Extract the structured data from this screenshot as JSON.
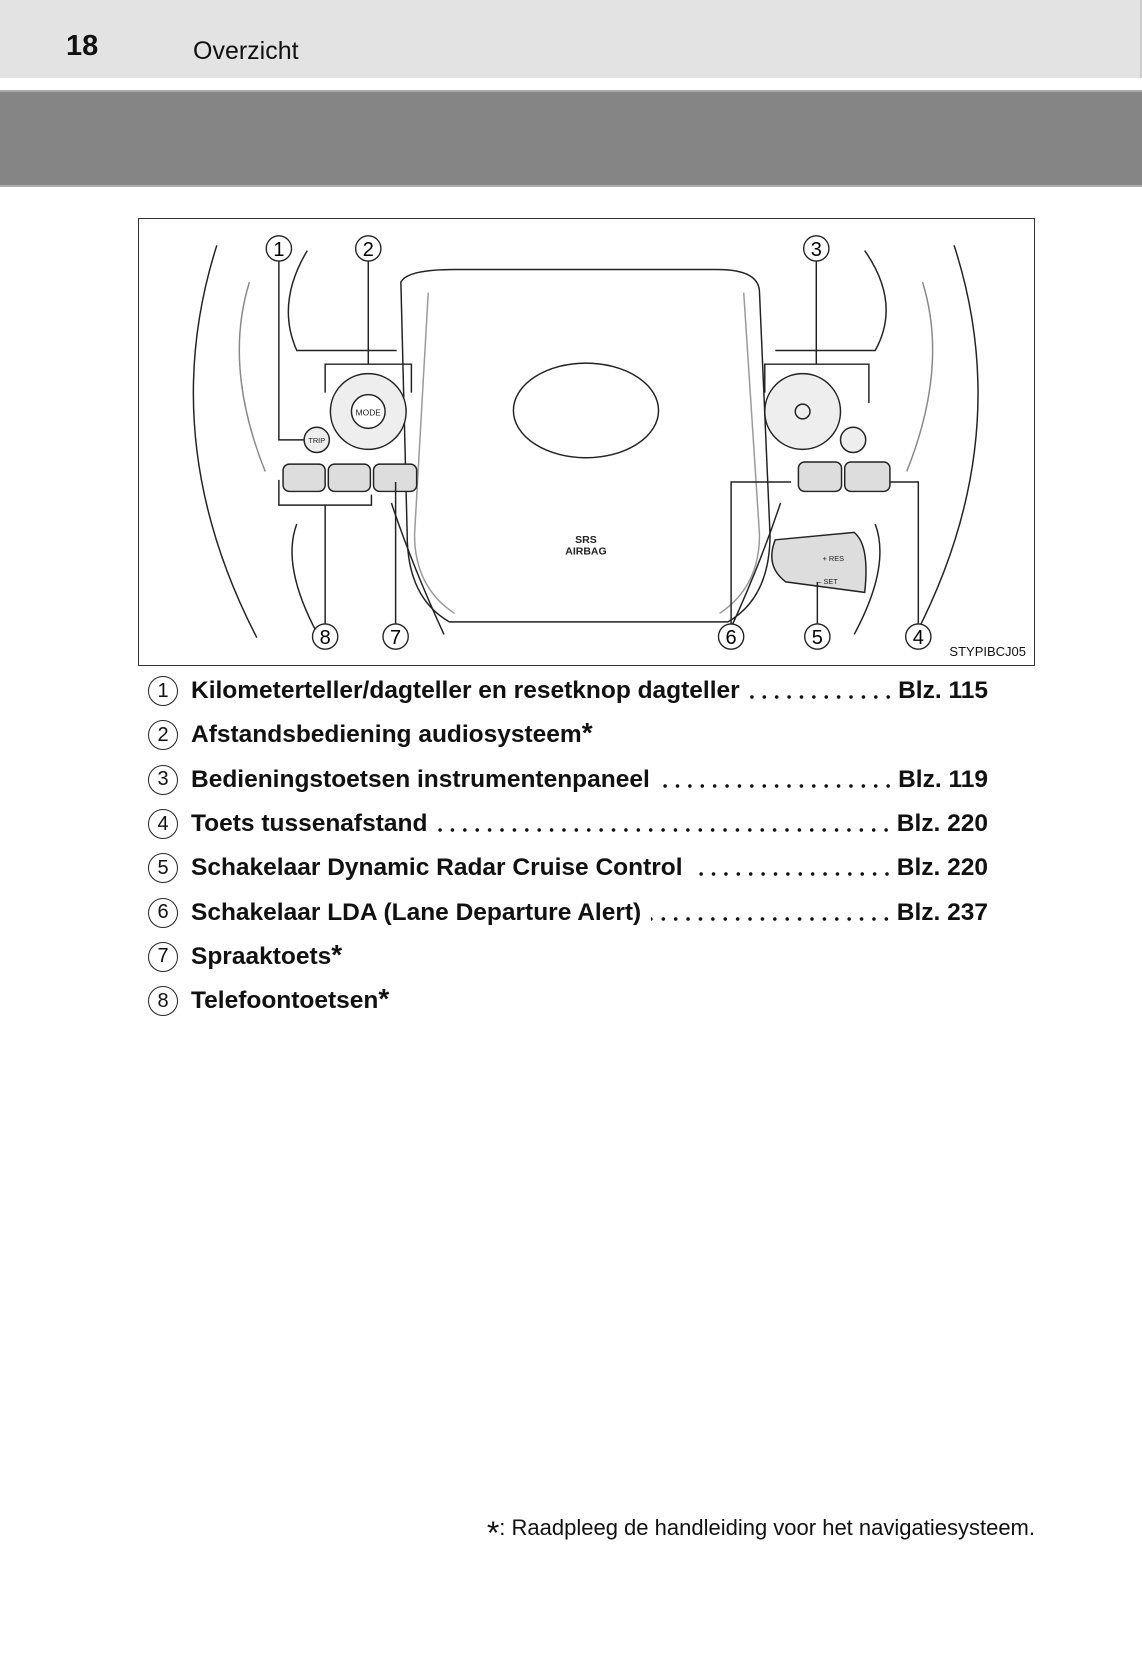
{
  "header": {
    "page_number": "18",
    "section_title": "Overzicht"
  },
  "figure": {
    "id": "STYPIBCJ05",
    "callouts": [
      "1",
      "2",
      "3",
      "4",
      "5",
      "6",
      "7",
      "8"
    ],
    "labels": {
      "srs": "SRS",
      "airbag": "AIRBAG",
      "mode": "MODE",
      "trip": "TRIP",
      "res": "+ RES",
      "set": "– SET"
    }
  },
  "items": [
    {
      "num": "1",
      "text": "Kilometerteller/dagteller en resetknop dagteller",
      "page": "Blz. 115",
      "asterisk": ""
    },
    {
      "num": "2",
      "text": "Afstandsbediening audiosysteem",
      "page": "",
      "asterisk": "*"
    },
    {
      "num": "3",
      "text": "Bedieningstoetsen instrumentenpaneel",
      "page": "Blz. 119",
      "asterisk": ""
    },
    {
      "num": "4",
      "text": "Toets tussenafstand",
      "page": "Blz. 220",
      "asterisk": ""
    },
    {
      "num": "5",
      "text": "Schakelaar Dynamic Radar Cruise Control",
      "page": "Blz. 220",
      "asterisk": ""
    },
    {
      "num": "6",
      "text": "Schakelaar LDA (Lane Departure Alert)",
      "page": "Blz. 237",
      "asterisk": ""
    },
    {
      "num": "7",
      "text": "Spraaktoets",
      "page": "",
      "asterisk": "*"
    },
    {
      "num": "8",
      "text": "Telefoontoetsen",
      "page": "",
      "asterisk": "*"
    }
  ],
  "footnote": {
    "mark": "*",
    "text": ": Raadpleeg de handleiding voor het navigatiesysteem."
  }
}
